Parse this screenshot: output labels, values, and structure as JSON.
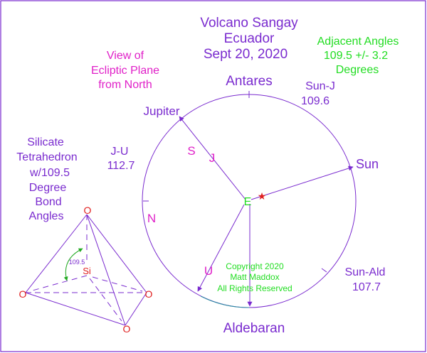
{
  "title": {
    "line1": "Volcano Sangay",
    "line2": "Ecuador",
    "line3": "Sept 20, 2020"
  },
  "view_note": {
    "line1": "View of",
    "line2": "Ecliptic Plane",
    "line3": "from North"
  },
  "adjacent_angles": {
    "line1": "Adjacent Angles",
    "line2": "109.5 +/- 3.2",
    "line3": "Degrees"
  },
  "bodies": {
    "antares": "Antares",
    "jupiter": "Jupiter",
    "sun": "Sun",
    "aldebaran": "Aldebaran"
  },
  "angles": {
    "sun_j_label": "Sun-J",
    "sun_j_value": "109.6",
    "j_u_label": "J-U",
    "j_u_value": "112.7",
    "sun_ald_label": "Sun-Ald",
    "sun_ald_value": "107.7"
  },
  "silicate_note": {
    "line1": "Silicate",
    "line2": "Tetrahedron",
    "line3": "w/109.5",
    "line4": "Degree",
    "line5": "Bond",
    "line6": "Angles"
  },
  "markers": {
    "earth": "E",
    "s": "S",
    "j": "J",
    "n": "N",
    "u": "U"
  },
  "tetrahedron": {
    "oxygen": "O",
    "silicon": "Si",
    "angle": "109.5"
  },
  "copyright": {
    "line1": "Copyright 2020",
    "line2": "Matt Maddox",
    "line3": "All Rights Reserved"
  },
  "colors": {
    "purple": "#7a2bcf",
    "magenta": "#e020c8",
    "green": "#22dd22",
    "red": "#e02020",
    "tetra": "#7a2bcf"
  }
}
